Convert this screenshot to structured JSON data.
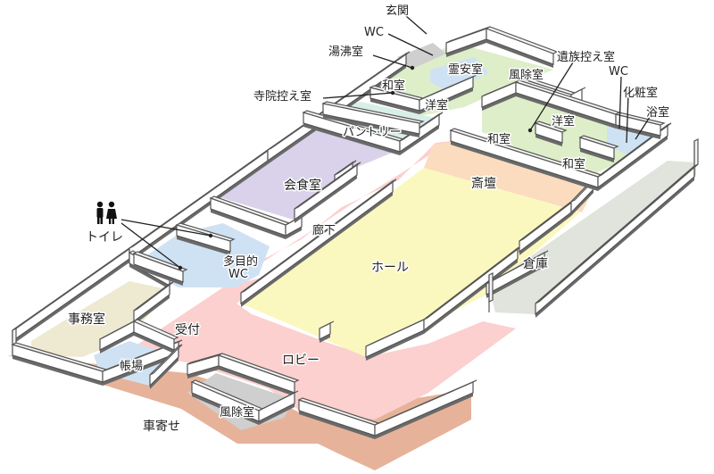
{
  "colors": {
    "driveway": "#e6b39a",
    "lobby": "#fbd0cf",
    "hall": "#fbf8bf",
    "saidan": "#fbdcbe",
    "storage": "#e0e4dc",
    "green": "#ddeec9",
    "kaishoku": "#d9d2ea",
    "pantry": "#d9eee9",
    "toilet": "#cfe2f4",
    "office": "#eee9d1",
    "gray": "#cfcfcf"
  },
  "labels": {
    "genkan": "玄関",
    "wc_top": "WC",
    "yuwakashi": "湯沸室",
    "reian": "霊安室",
    "fujo_top": "風除室",
    "izoku": "遺族控え室",
    "wc_right": "WC",
    "kesho": "化粧室",
    "yokushitsu": "浴室",
    "washitsu_left": "和室",
    "jiin": "寺院控え室",
    "yoshitsu_left": "洋室",
    "yoshitsu_right": "洋室",
    "washitsu_r1": "和室",
    "washitsu_r2": "和室",
    "pantry": "パントリー",
    "kaishoku": "会食室",
    "saidan": "斎壇",
    "toilet": "トイレ",
    "roka": "廊下",
    "tamokuteki_1": "多目的",
    "tamokuteki_2": "WC",
    "hall": "ホール",
    "souko": "倉庫",
    "jimu": "事務室",
    "uketsuke": "受付",
    "choba": "帳場",
    "lobby": "ロビー",
    "fujo_bottom": "風除室",
    "kurumayose": "車寄せ"
  },
  "icons": {
    "toilet": "toilet-people-icon"
  }
}
